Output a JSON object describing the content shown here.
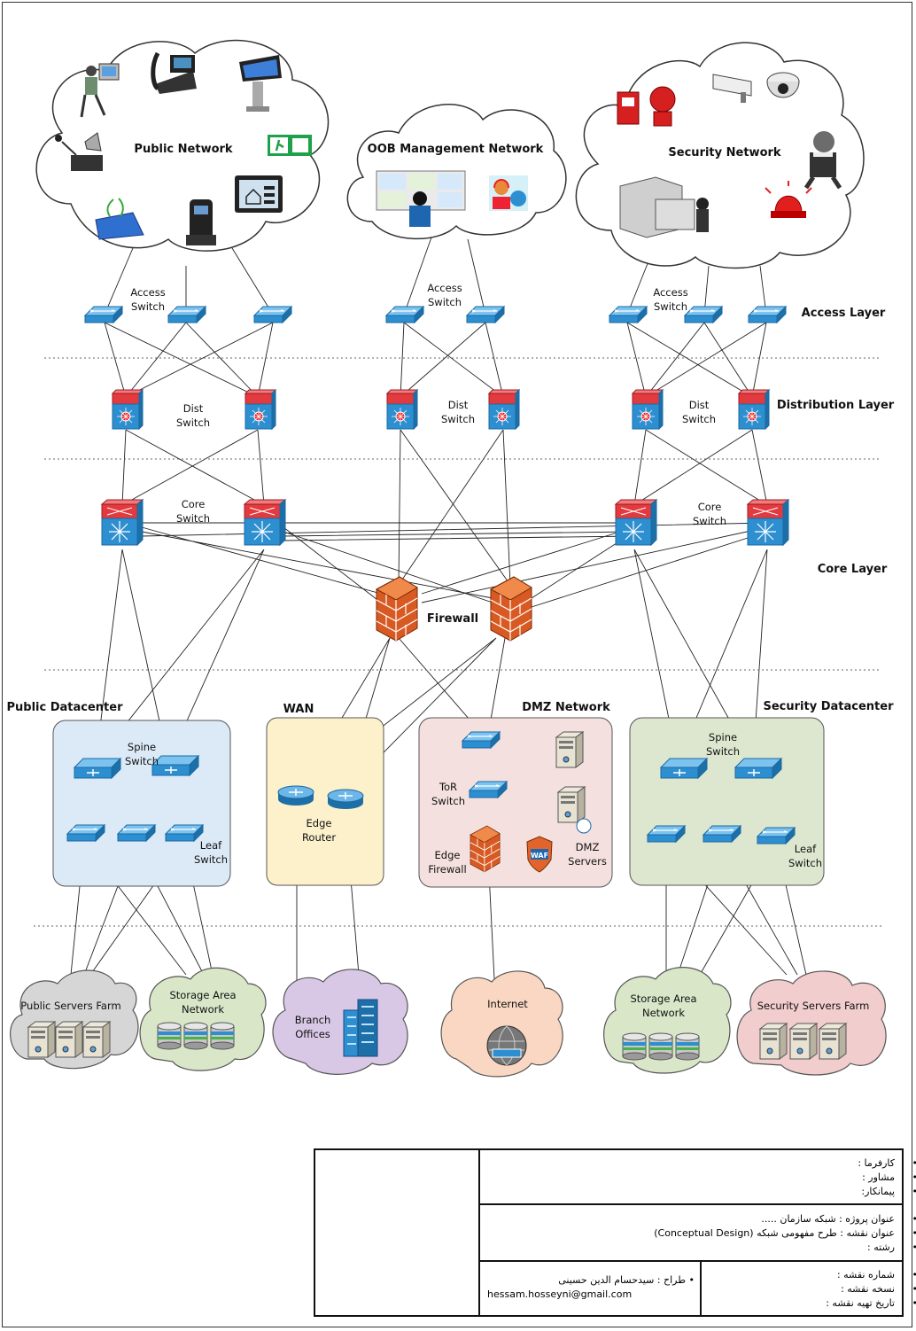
{
  "clouds": {
    "public_network": "Public Network",
    "oob_network": "OOB  Management Network",
    "security_network": "Security Network"
  },
  "labels": {
    "access_switch": "Access\nSwitch",
    "dist_switch": "Dist\nSwitch",
    "core_switch": "Core\nSwitch",
    "firewall": "Firewall",
    "spine_switch": "Spine\nSwitch",
    "leaf_switch": "Leaf\nSwitch",
    "edge_router": "Edge\nRouter",
    "tor_switch": "ToR\nSwitch",
    "edge_firewall": "Edge\nFirewall",
    "dmz_servers": "DMZ\nServers",
    "waf": "WAF"
  },
  "layers": {
    "access": "Access Layer",
    "distribution": "Distribution Layer",
    "core": "Core Layer"
  },
  "zones": {
    "public_dc": "Public Datacenter",
    "wan": "WAN",
    "dmz": "DMZ Network",
    "security_dc": "Security Datacenter"
  },
  "bottom_clouds": {
    "public_servers_farm": "Public Servers Farm",
    "storage_left": "Storage Area\nNetwork",
    "branch_offices": "Branch\nOffices",
    "internet": "Internet",
    "storage_right": "Storage Area\nNetwork",
    "security_servers_farm": "Security Servers Farm"
  },
  "title_block": {
    "client": "کارفرما :",
    "consultant": "مشاور :",
    "contractor": "پیمانکار:",
    "project_title": "عنوان پروژه : شبکه سازمان .....",
    "drawing_title": "عنوان نقشه : طرح مفهومی شبکه (Conceptual Design)",
    "discipline": "رشته :",
    "drawing_number": "شماره نقشه :",
    "version": "نسخه نقشه :",
    "date": "تاریخ تهیه نقشه :",
    "designer": "طراح  : سیدحسام الدین حسینی",
    "email": "hessam.hosseyni@gmail.com"
  },
  "colors": {
    "switch_blue": "#2e8fd0",
    "core_red": "#d9262b",
    "firewall_orange": "#e2642a",
    "public_dc_bg": "#dbeaf6",
    "wan_bg": "#fdf1cc",
    "dmz_bg": "#f4e0df",
    "security_dc_bg": "#dde7cf"
  }
}
